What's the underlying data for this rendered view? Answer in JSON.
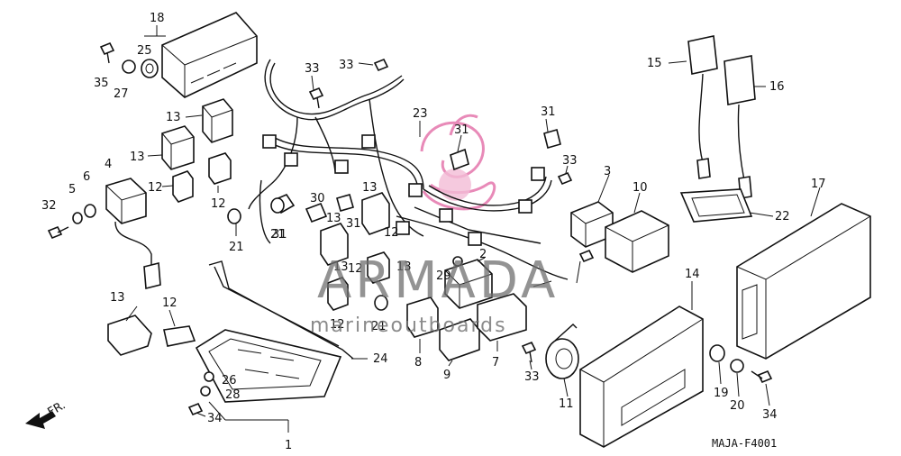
{
  "diagram": {
    "code": "MAJA-F4001",
    "direction": "FR.",
    "part_numbers": [
      "1",
      "2",
      "3",
      "4",
      "5",
      "6",
      "8",
      "9",
      "7",
      "10",
      "11",
      "12",
      "12",
      "12",
      "12",
      "12",
      "12",
      "13",
      "13",
      "13",
      "13",
      "13",
      "13",
      "13",
      "14",
      "15",
      "16",
      "17",
      "18",
      "19",
      "20",
      "21",
      "21",
      "21",
      "22",
      "23",
      "24",
      "25",
      "26",
      "27",
      "28",
      "29",
      "30",
      "31",
      "31",
      "31",
      "31",
      "32",
      "33",
      "33",
      "33",
      "33",
      "34",
      "34",
      "35"
    ]
  },
  "watermark": {
    "brand": "ARMADA",
    "tagline": "marineoutboards",
    "color": "#e88ab8"
  }
}
